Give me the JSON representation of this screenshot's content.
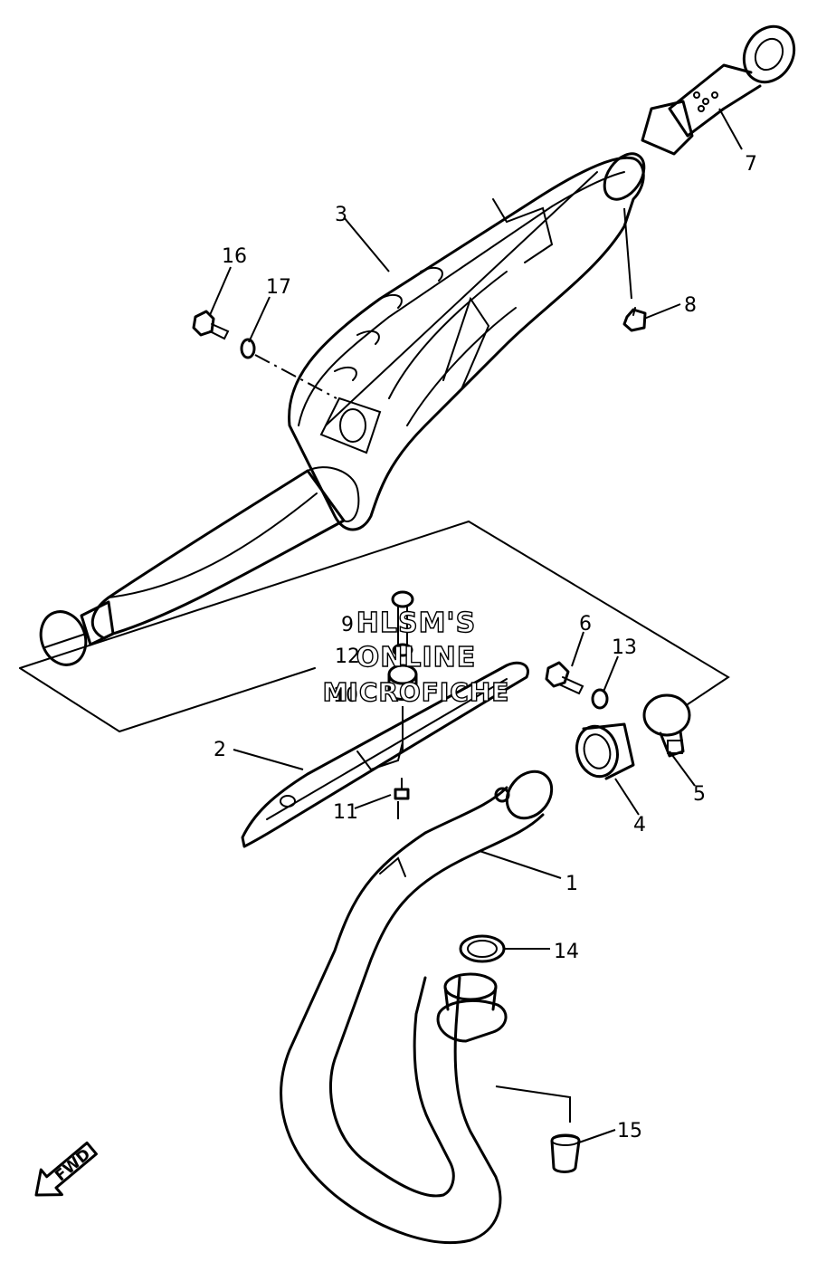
{
  "callouts": [
    {
      "id": "1",
      "label": "1"
    },
    {
      "id": "2",
      "label": "2"
    },
    {
      "id": "3",
      "label": "3"
    },
    {
      "id": "4",
      "label": "4"
    },
    {
      "id": "5",
      "label": "5"
    },
    {
      "id": "6",
      "label": "6"
    },
    {
      "id": "7",
      "label": "7"
    },
    {
      "id": "8",
      "label": "8"
    },
    {
      "id": "9",
      "label": "9"
    },
    {
      "id": "10",
      "label": "10"
    },
    {
      "id": "11",
      "label": "11"
    },
    {
      "id": "12",
      "label": "12"
    },
    {
      "id": "13",
      "label": "13"
    },
    {
      "id": "14",
      "label": "14"
    },
    {
      "id": "15",
      "label": "15"
    },
    {
      "id": "16",
      "label": "16"
    },
    {
      "id": "17",
      "label": "17"
    }
  ],
  "watermark": {
    "line1": "HLSM'S",
    "line2": "ONLINE",
    "line3": "MICROFICHE"
  },
  "direction_indicator": "FWD"
}
